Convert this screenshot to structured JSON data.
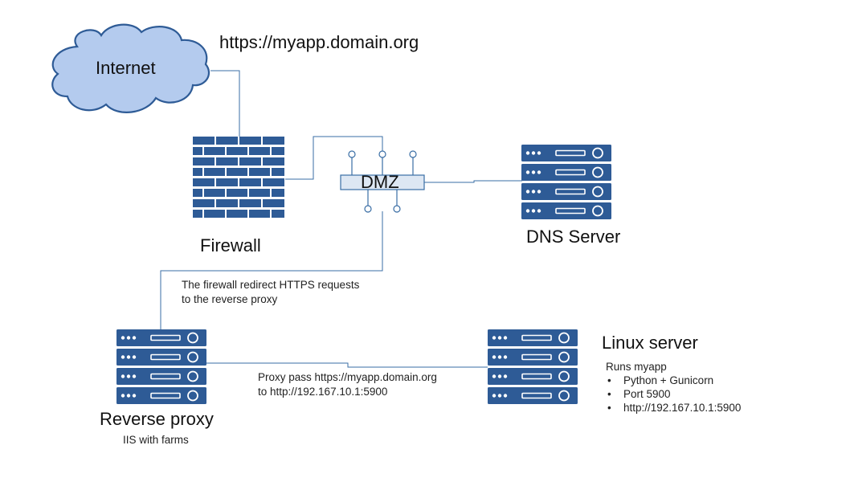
{
  "colors": {
    "device": "#2e5b96",
    "cloud_fill": "#b4cbee",
    "cloud_stroke": "#2e5b96",
    "line": "#3a6ea5",
    "dmz_fill": "#dde7f3",
    "device_highlight": "#ffffff"
  },
  "internet": {
    "label": "Internet",
    "icon": "cloud-icon"
  },
  "url": "https://myapp.domain.org",
  "firewall": {
    "label": "Firewall",
    "icon": "firewall-icon"
  },
  "dmz": {
    "label": "DMZ",
    "icon": "network-switch-icon"
  },
  "dns_server": {
    "label": "DNS Server",
    "icon": "server-icon"
  },
  "firewall_note": {
    "line1": "The firewall redirect HTTPS requests",
    "line2": "to the reverse proxy"
  },
  "reverse_proxy": {
    "label": "Reverse proxy",
    "sublabel": "IIS with farms",
    "icon": "server-icon"
  },
  "proxy_note": {
    "line1": "Proxy pass https://myapp.domain.org",
    "line2": "to http://192.167.10.1:5900"
  },
  "linux_server": {
    "label": "Linux server",
    "intro": "Runs myapp",
    "items": [
      "Python + Gunicorn",
      "Port 5900",
      "http://192.167.10.1:5900"
    ],
    "icon": "server-icon"
  }
}
